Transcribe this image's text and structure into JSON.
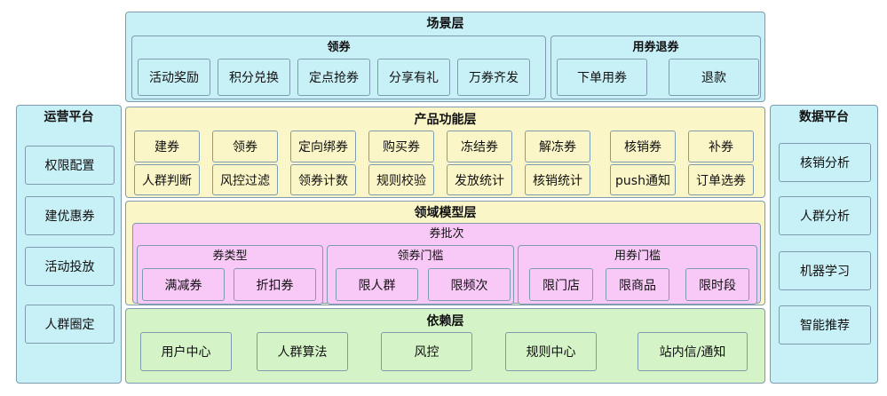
{
  "scene_layer": {
    "title": "场景层",
    "receive": {
      "title": "领券",
      "items": [
        "活动奖励",
        "积分兑换",
        "定点抢券",
        "分享有礼",
        "万券齐发"
      ]
    },
    "use_refund": {
      "title": "用券退券",
      "items": [
        "下单用券",
        "退款"
      ]
    }
  },
  "ops_platform": {
    "title": "运营平台",
    "items": [
      "权限配置",
      "建优惠券",
      "活动投放",
      "人群圈定"
    ]
  },
  "data_platform": {
    "title": "数据平台",
    "items": [
      "核销分析",
      "人群分析",
      "机器学习",
      "智能推荐"
    ]
  },
  "product_layer": {
    "title": "产品功能层",
    "row1": [
      "建券",
      "领券",
      "定向绑券",
      "购买券",
      "冻结券",
      "解冻券",
      "核销券",
      "补券"
    ],
    "row2": [
      "人群判断",
      "风控过滤",
      "领券计数",
      "规则校验",
      "发放统计",
      "核销统计",
      "push通知",
      "订单选券"
    ]
  },
  "domain_layer": {
    "title": "领域模型层",
    "batch": {
      "title": "券批次",
      "coupon_type": {
        "title": "券类型",
        "items": [
          "满减券",
          "折扣券"
        ]
      },
      "receive_threshold": {
        "title": "领券门槛",
        "items": [
          "限人群",
          "限频次"
        ]
      },
      "use_threshold": {
        "title": "用券门槛",
        "items": [
          "限门店",
          "限商品",
          "限时段"
        ]
      }
    }
  },
  "dependency_layer": {
    "title": "依赖层",
    "items": [
      "用户中心",
      "人群算法",
      "风控",
      "规则中心",
      "站内信/通知"
    ]
  }
}
